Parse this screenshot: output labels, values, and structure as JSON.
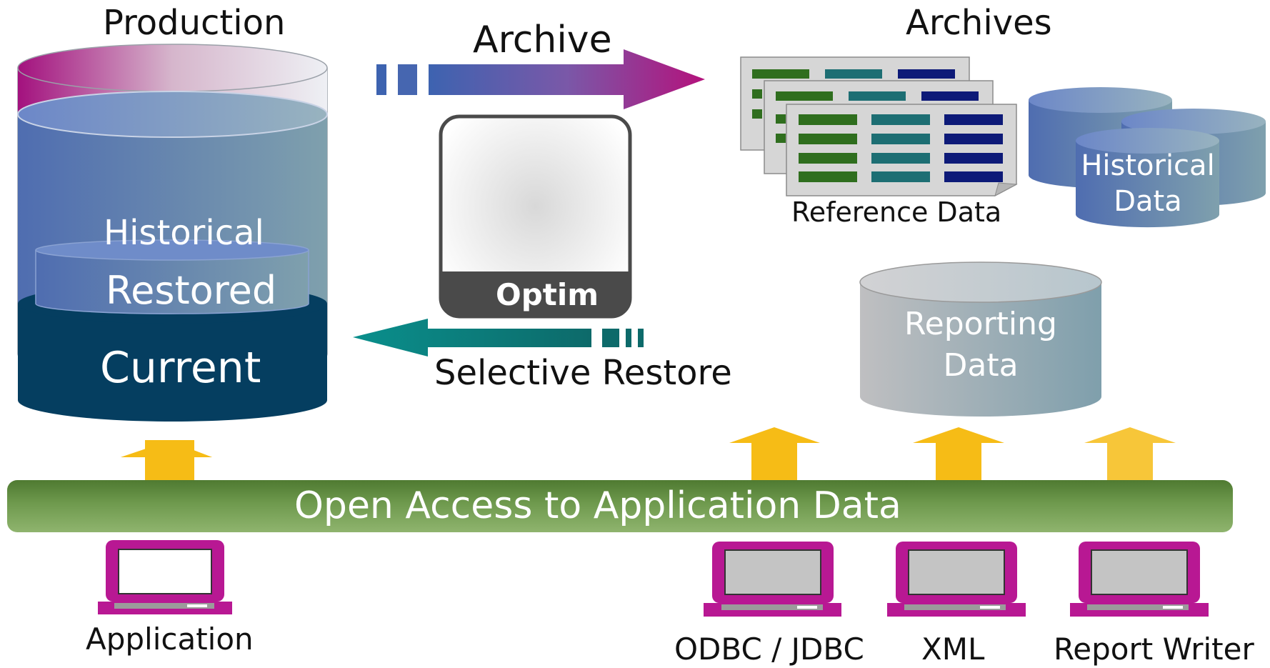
{
  "headers": {
    "production": "Production",
    "archive_arrow": "Archive",
    "archives": "Archives",
    "selective_restore": "Selective Restore"
  },
  "production_db": {
    "historical": "Historical",
    "restored": "Restored",
    "current": "Current"
  },
  "optim": {
    "label": "Optim"
  },
  "archives": {
    "reference_data": "Reference Data",
    "historical_data_line1": "Historical",
    "historical_data_line2": "Data"
  },
  "reporting": {
    "line1": "Reporting",
    "line2": "Data"
  },
  "access_bar": {
    "label": "Open Access to Application Data"
  },
  "clients": [
    {
      "label": "Application"
    },
    {
      "label": "ODBC / JDBC"
    },
    {
      "label": "XML"
    },
    {
      "label": "Report Writer"
    }
  ],
  "colors": {
    "magenta": "#a3117e",
    "teal": "#0f8c8c",
    "navy": "#053e60",
    "green_bar": "#5e8a3c",
    "yellow": "#f6bc16",
    "grid_green": "#2f6e1e",
    "grid_teal": "#1d6e73",
    "grid_navy": "#0d1a78"
  }
}
